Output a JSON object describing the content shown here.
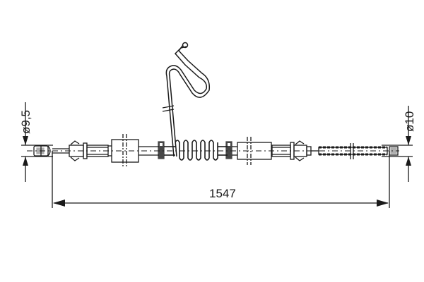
{
  "diagram": {
    "type": "technical-drawing",
    "subject": "brake cable assembly",
    "stroke_color": "#1a1a1a",
    "background_color": "#ffffff",
    "dimensions": {
      "overall_length": "1547",
      "left_end_diameter": "ø9,5",
      "right_end_diameter": "ø10"
    }
  }
}
